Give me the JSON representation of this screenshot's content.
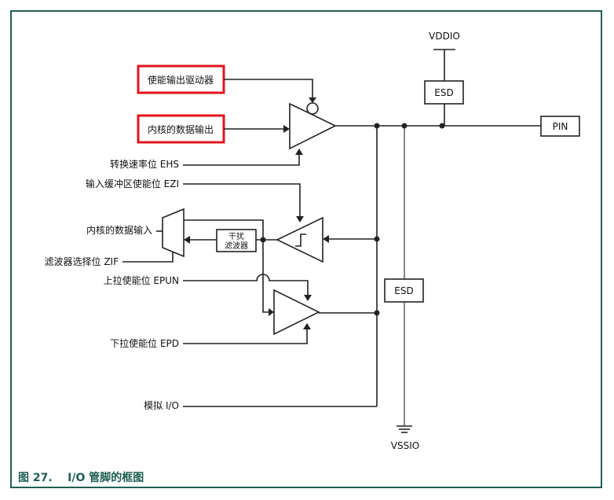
{
  "figure": {
    "caption": "图 27.    I/O 管脚的框图"
  },
  "power": {
    "top": "VDDIO",
    "bottom": "VSSIO"
  },
  "pins": {
    "pin": "PIN"
  },
  "esd": {
    "top": "ESD",
    "bottom": "ESD"
  },
  "filter": {
    "line1": "干扰",
    "line2": "滤波器"
  },
  "signals": {
    "enable_output_driver": "使能输出驱动器",
    "core_data_output": "内核的数据输出",
    "slew_rate_ehs": "转换速率位 EHS",
    "input_buffer_ezi": "输入缓冲区使能位 EZI",
    "core_data_input": "内核的数据输入",
    "filter_select_zif": "滤波器选择位 ZIF",
    "pullup_epun": "上拉使能位 EPUN",
    "pulldown_epd": "下拉使能位 EPD",
    "analog_io": "模拟 I/O"
  },
  "colors": {
    "frame": "#1f5f52",
    "highlight": "#e0141e",
    "line": "#222222"
  }
}
